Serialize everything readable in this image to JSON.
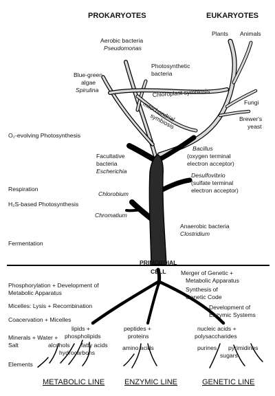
{
  "headings": {
    "prokaryotes": "PROKARYOTES",
    "eukaryotes": "EUKARYOTES"
  },
  "branch_labels": {
    "plants": "Plants",
    "animals": "Animals",
    "aerobic_line1": "Aerobic bacteria",
    "aerobic_line2": "Pseudomonas",
    "photosynthetic_line1": "Photosynthetic",
    "photosynthetic_line2": "bacteria",
    "bluegreen_line1": "Blue-green",
    "bluegreen_line2": "algae",
    "bluegreen_line3": "Spirulina",
    "chloroplast": "Chloroplast symbiosis",
    "mito_line1": "mitochondrial",
    "mito_line2": "symbiosis",
    "fungi": "Fungi",
    "brewers_line1": "Brewer's",
    "brewers_line2": "yeast",
    "facultative_line1": "Facultative",
    "facultative_line2": "bacteria",
    "facultative_line3": "Escherichia",
    "bacillus_line1": "Bacillus",
    "bacillus_line2": "(oxygen terminal",
    "bacillus_line3": "electron acceptor)",
    "desulfo_line1": "Desulfovibrio",
    "desulfo_line2": "(sulfate terminal",
    "desulfo_line3": "electron acceptor)",
    "chlorobium": "Chlorobium",
    "chromatium": "Chromatium",
    "anaerobic_line1": "Anaerobic bacteria",
    "anaerobic_line2": "Clostridium"
  },
  "left_labels": {
    "o2": "O₂-evolving Photosynthesis",
    "respiration": "Respiration",
    "h2s": "H₂S-based Photosynthesis",
    "fermentation": "Fermentation"
  },
  "primordial": {
    "line1": "PRIMORDIAL",
    "line2": "CELL"
  },
  "root_labels": {
    "phos_line1": "Phosphorylation + Development of",
    "phos_line2": "Metabolic Apparatus",
    "micelles": "Micelles: Lysis + Recombination",
    "coacervation": "Coacervation + Micelles",
    "minerals_line1": "Minerals + Water +",
    "minerals_line2": "Salt",
    "elements": "Elements",
    "merger_line1": "Merger of Genetic +",
    "merger_line2": "Metabolic Apparatus",
    "synthesis_line1": "Synthesis of",
    "synthesis_line2": "Genetic Code",
    "development_line1": "Development of",
    "development_line2": "Enzymic Systems",
    "lipids": "lipids +",
    "phospholipids": "phospholipids",
    "alcohols": "alcohols",
    "fatty_acids": "fatty acids",
    "hydrocarbons": "hydrocarbons",
    "peptides": "peptides +",
    "proteins": "proteins",
    "amino_acids": "amino acids",
    "nucleic_acids": "nucleic acids +",
    "polysaccharides": "polysaccharides",
    "purines": "purines",
    "pyrimidines": "pyrimidines",
    "sugars": "sugars"
  },
  "bottom_lines": {
    "metabolic": "METABOLIC LINE",
    "enzymic": "ENZYMIC LINE",
    "genetic": "GENETIC LINE"
  }
}
